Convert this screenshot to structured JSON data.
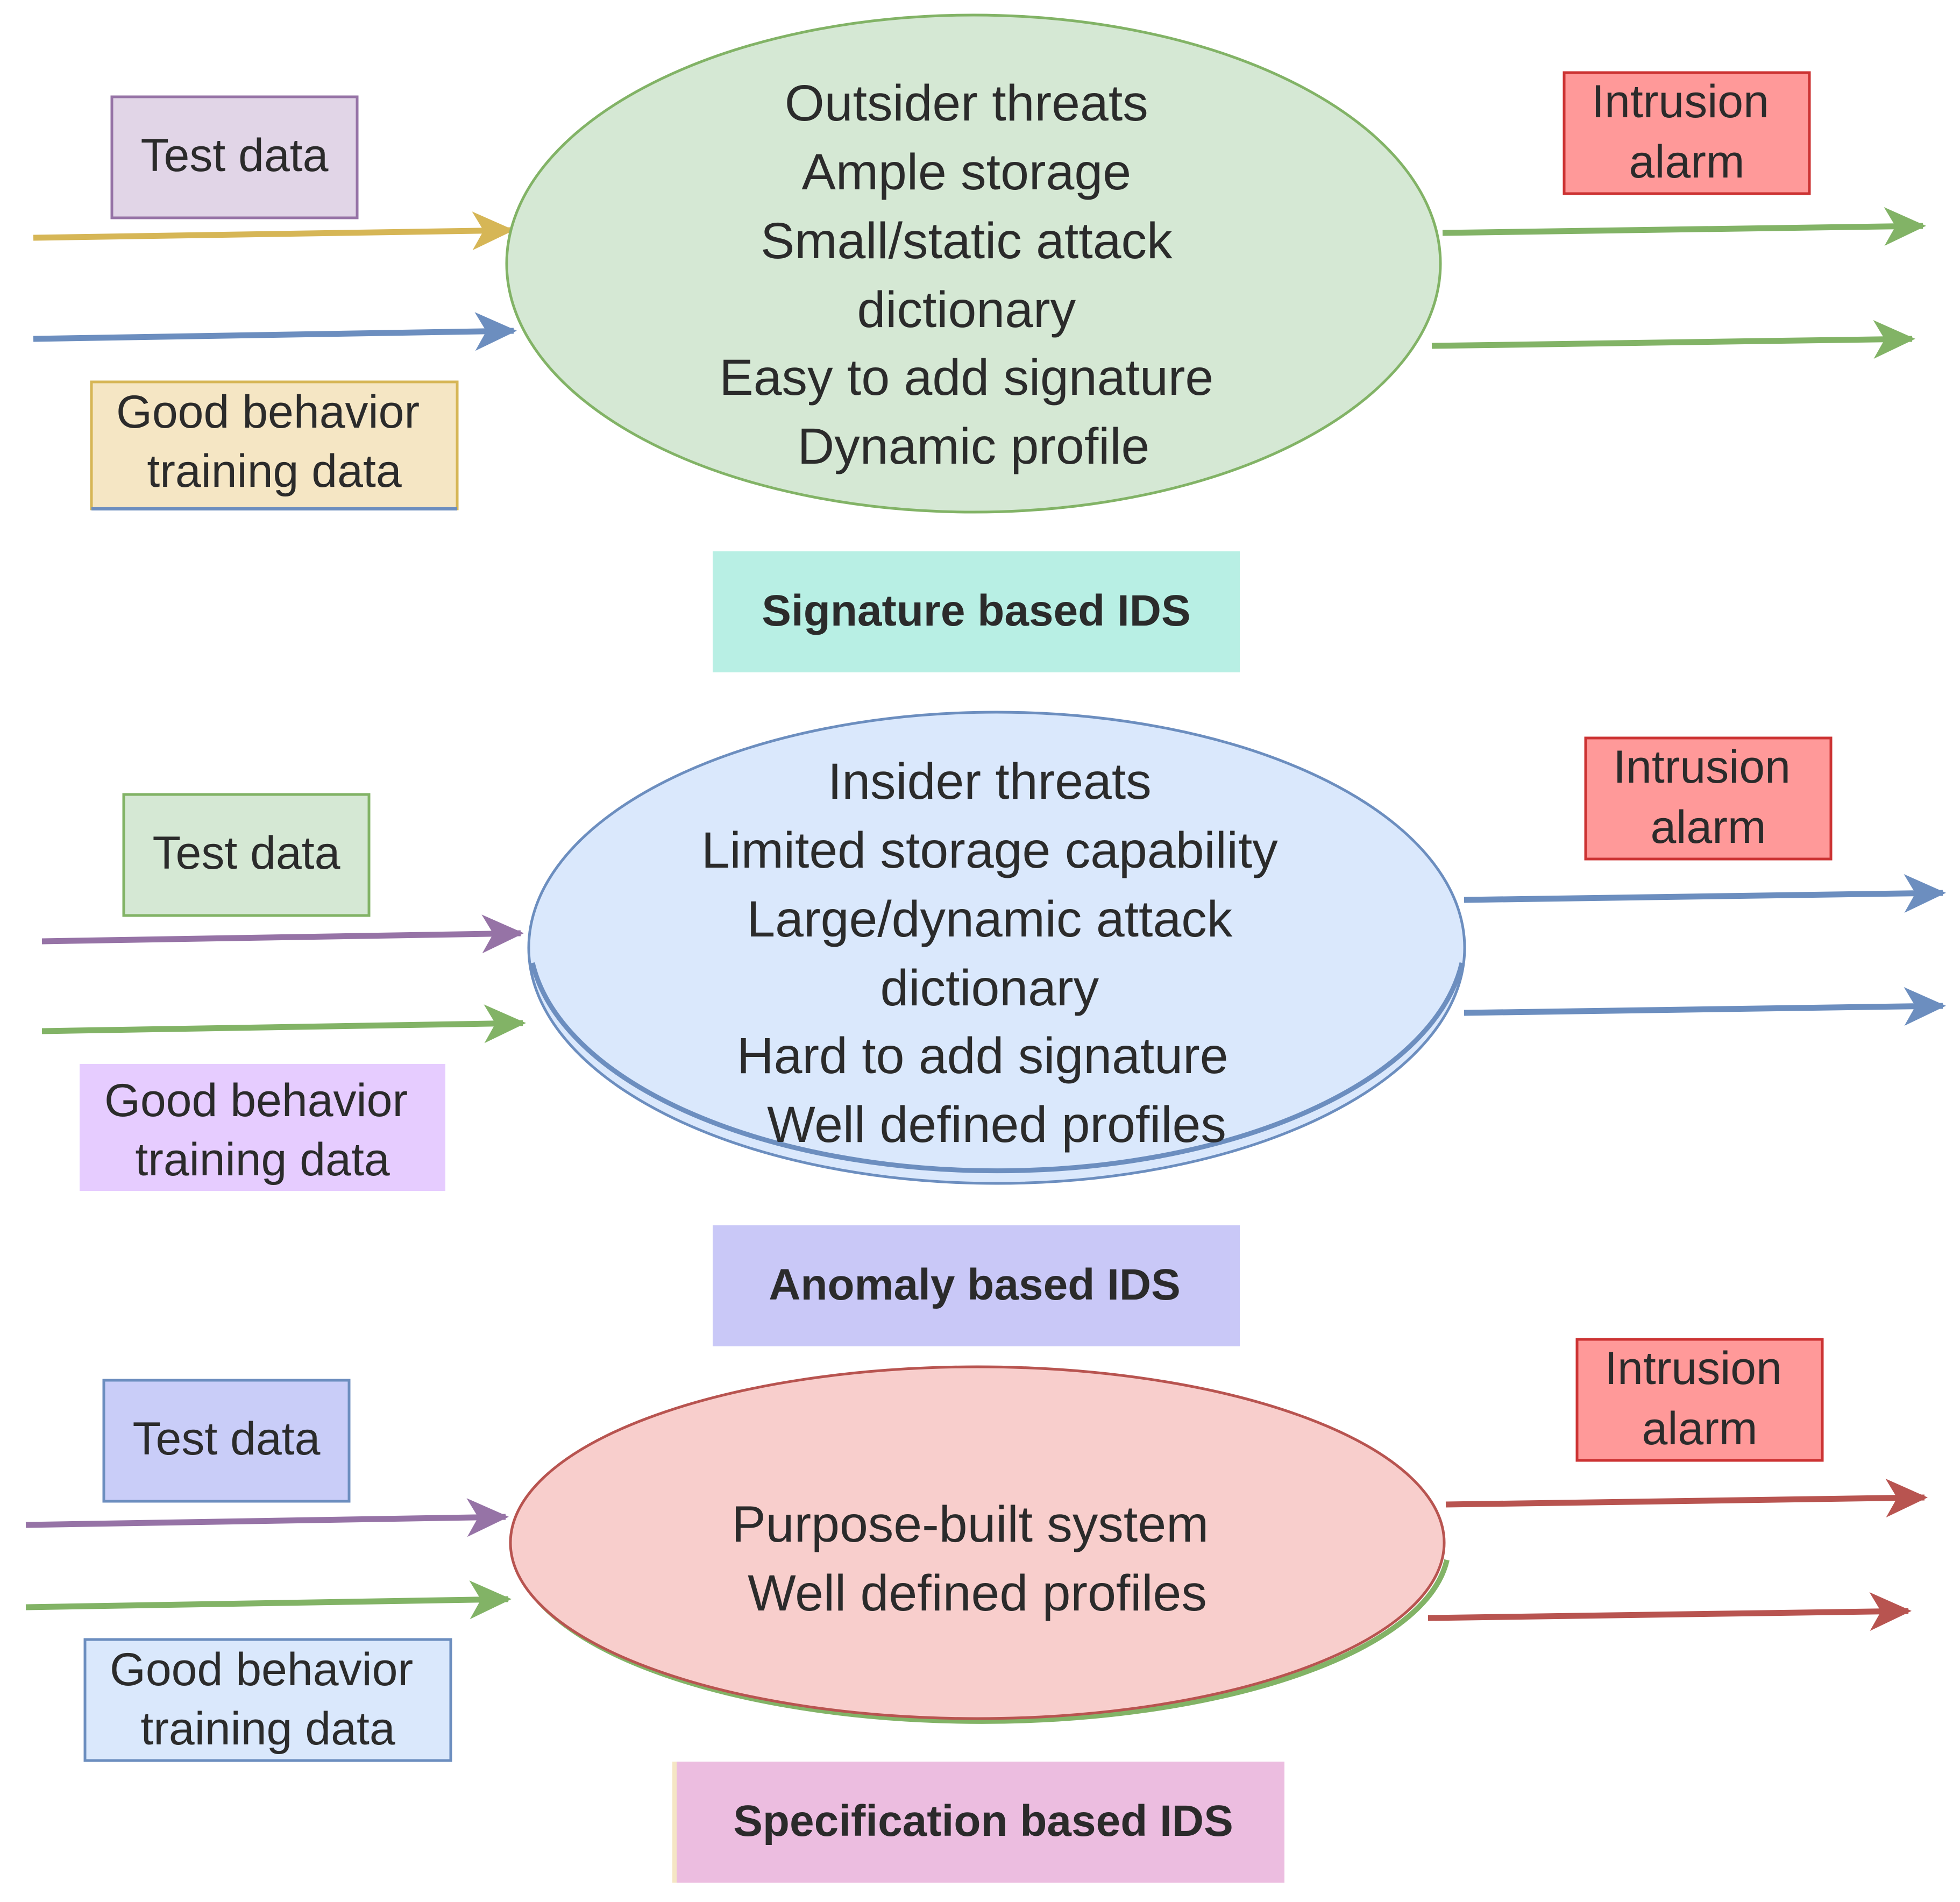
{
  "colors": {
    "green_fill": "#d5e8d4",
    "green_stroke": "#82b366",
    "blue_fill": "#dae8fc",
    "blue_stroke": "#6c8ebf",
    "red_fill": "#f8cecc",
    "red_stroke": "#b85450",
    "purple_fill": "#e1d5e7",
    "purple_stroke": "#9673a6",
    "yellow_fill": "#f5e6c4",
    "yellow_stroke": "#d6b656",
    "alarm_fill": "#ff9999",
    "alarm_stroke": "#cc3333",
    "teal_title": "#b8efe4",
    "lavender_title": "#c9c8f7",
    "pink_title": "#ecbde0",
    "lilac_box": "#e6ccff",
    "periwinkle_box": "#c9cdf8"
  },
  "sections": [
    {
      "ellipse_lines": [
        "Outsider threats",
        "Ample storage",
        "Small/static attack",
        "dictionary",
        "Easy to add signature",
        "Dynamic profile"
      ],
      "test_label": "Test data",
      "training_lines": [
        "Good behavior",
        "training data"
      ],
      "alarm_lines": [
        "Intrusion",
        "alarm"
      ],
      "title": "Signature based IDS"
    },
    {
      "ellipse_lines": [
        "Insider threats",
        "Limited storage capability",
        "Large/dynamic attack",
        "dictionary",
        "Hard to add signature",
        "Well defined profiles"
      ],
      "test_label": "Test data",
      "training_lines": [
        "Good behavior",
        "training data"
      ],
      "alarm_lines": [
        "Intrusion",
        "alarm"
      ],
      "title": "Anomaly based IDS"
    },
    {
      "ellipse_lines": [
        "Purpose-built system",
        "Well defined profiles"
      ],
      "test_label": "Test data",
      "training_lines": [
        "Good behavior",
        "training data"
      ],
      "alarm_lines": [
        "Intrusion",
        "alarm"
      ],
      "title": "Specification based IDS"
    }
  ]
}
